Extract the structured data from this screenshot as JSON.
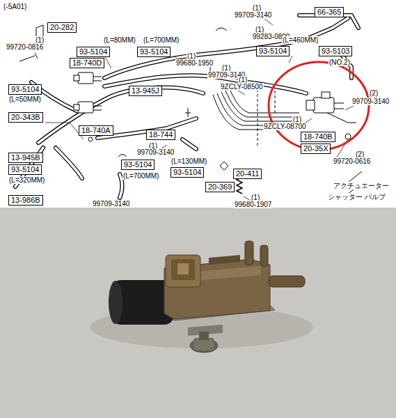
{
  "diagram": {
    "nodes": [
      {
        "text": [
          "20-282"
        ]
      },
      {
        "text": [
          "93-5104"
        ]
      },
      {
        "text": [
          "93-5104"
        ]
      },
      {
        "text": [
          "66-365"
        ]
      },
      {
        "text": [
          "93-5104"
        ]
      },
      {
        "text": [
          "93-5103"
        ]
      },
      {
        "text": [
          "18-740D"
        ]
      },
      {
        "text": [
          "93-5104"
        ]
      },
      {
        "text": [
          "13-945J"
        ]
      },
      {
        "text": [
          "20-343B"
        ]
      },
      {
        "text": [
          "18-740A"
        ]
      },
      {
        "text": [
          "18-744"
        ]
      },
      {
        "text": [
          "18-740B"
        ]
      },
      {
        "text": [
          "20-35X"
        ]
      },
      {
        "text": [
          "13-945B"
        ]
      },
      {
        "text": [
          "93-5104"
        ]
      },
      {
        "text": [
          "93-5104"
        ]
      },
      {
        "text": [
          "93-5104"
        ]
      },
      {
        "text": [
          "20-411"
        ]
      },
      {
        "text": [
          "20-369"
        ]
      },
      {
        "text": [
          "13-986B"
        ]
      }
    ],
    "labels": [
      "(-5A01)",
      "(1)",
      "99720-0816",
      "(L=80MM)",
      "(L=700MM)",
      "(1)",
      "99709-3140",
      "(1)",
      "99283-0800",
      "(L=460MM)",
      "(NO.2)",
      "(1)",
      "99680-1950",
      "(1)",
      "99709-3140",
      "(1)",
      "9ZCLY-08500",
      "(L=50MM)",
      "(2)",
      "99709-3140",
      "(1)",
      "9ZCLY-08700",
      "(1)",
      "99709-3140",
      "(2)",
      "99720-0616",
      "(L=130MM)",
      "(L=700MM)",
      "(L=320MM)",
      "(1)",
      "99680-1907",
      "99709-3140",
      "アクチュエーター",
      "シャッター バルブ"
    ]
  }
}
